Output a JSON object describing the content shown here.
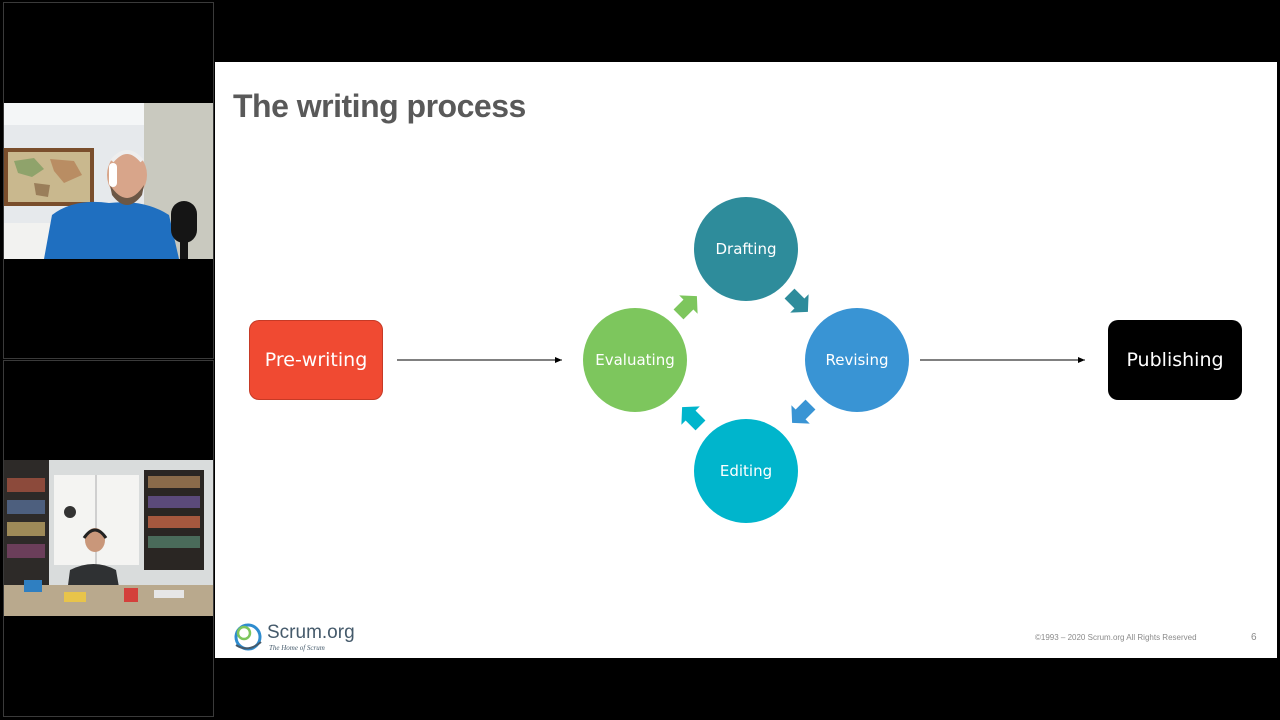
{
  "slide": {
    "title": "The writing process",
    "start_step": "Pre-writing",
    "end_step": "Publishing",
    "cycle": {
      "top": "Drafting",
      "right": "Revising",
      "bottom": "Editing",
      "left": "Evaluating"
    },
    "colors": {
      "prewriting": "#f04a32",
      "drafting": "#2e8c9b",
      "revising": "#3994d4",
      "editing": "#00b5cc",
      "evaluating": "#7dc65d",
      "publishing": "#000000"
    },
    "footer": {
      "logo_name": "Scrum",
      "logo_suffix": ".org",
      "tagline": "The Home of Scrum",
      "copyright": "©1993 – 2020 Scrum.org All Rights Reserved",
      "page_number": "6"
    }
  },
  "participants": [
    {
      "name": "presenter-video"
    },
    {
      "name": "guest-video"
    }
  ]
}
